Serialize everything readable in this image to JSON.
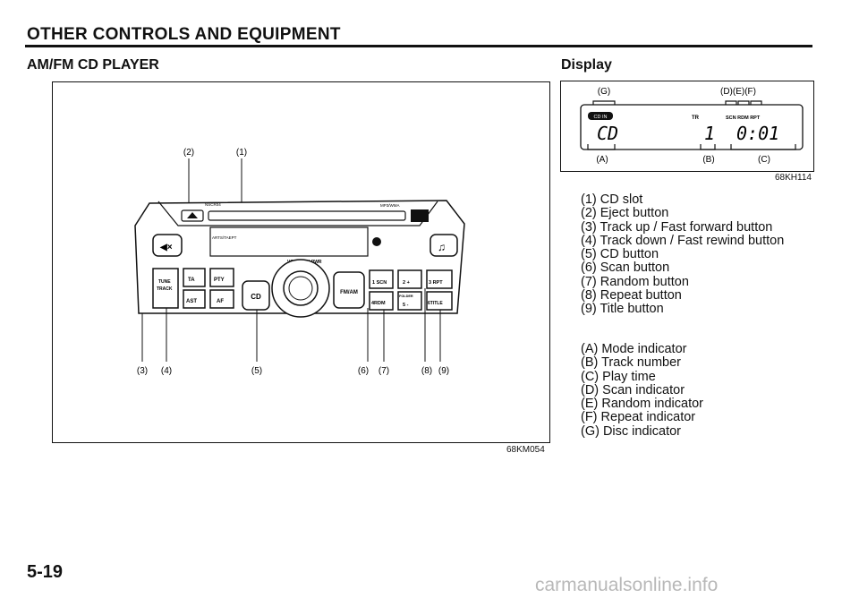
{
  "header": {
    "section": "OTHER CONTROLS AND EQUIPMENT"
  },
  "left": {
    "heading": "AM/FM CD PLAYER",
    "figure_id": "68KM054",
    "device": {
      "model": "NSCR04",
      "format": "MP3/WMA",
      "panel_labels": {
        "tune": "TUNE",
        "track": "TRACK",
        "ta": "TA",
        "pty": "PTY",
        "ast": "AST",
        "af": "AF",
        "cd": "CD",
        "fmam": "FM/AM",
        "scn": "1 SCN",
        "rdm": "4RDM",
        "rpt": "3 RPT",
        "folder": "FOLDER",
        "title": "6TITLE",
        "two_plus": "2 +",
        "five_minus": "5 -",
        "vol": "VOL PUSH PWR",
        "arts": "ARTS/TAEPT"
      }
    },
    "callouts": {
      "c2": "(2)",
      "c1": "(1)",
      "c3": "(3)",
      "c4": "(4)",
      "c5": "(5)",
      "c6": "(6)",
      "c7": "(7)",
      "c8": "(8)",
      "c9": "(9)"
    }
  },
  "right": {
    "heading": "Display",
    "figure_id": "68KH114",
    "display": {
      "label_g": "(G)",
      "label_def": "(D)(E)(F)",
      "label_a": "(A)",
      "label_b": "(B)",
      "label_c": "(C)",
      "cdin": "CD IN",
      "tr": "TR",
      "indicators": "SCN RDM RPT",
      "mode_seg": "CD",
      "track_seg": "1",
      "time_seg": "0:01"
    },
    "buttons_list": [
      "(1) CD slot",
      "(2) Eject button",
      "(3) Track up / Fast forward button",
      "(4) Track down / Fast rewind button",
      "(5) CD button",
      "(6) Scan button",
      "(7) Random button",
      "(8) Repeat button",
      "(9) Title button"
    ],
    "indicators_list": [
      "(A) Mode indicator",
      "(B) Track number",
      "(C) Play time",
      "(D) Scan indicator",
      "(E) Random indicator",
      "(F) Repeat indicator",
      "(G) Disc indicator"
    ]
  },
  "footer": {
    "page_number": "5-19",
    "watermark": "carmanualsonline.info"
  }
}
